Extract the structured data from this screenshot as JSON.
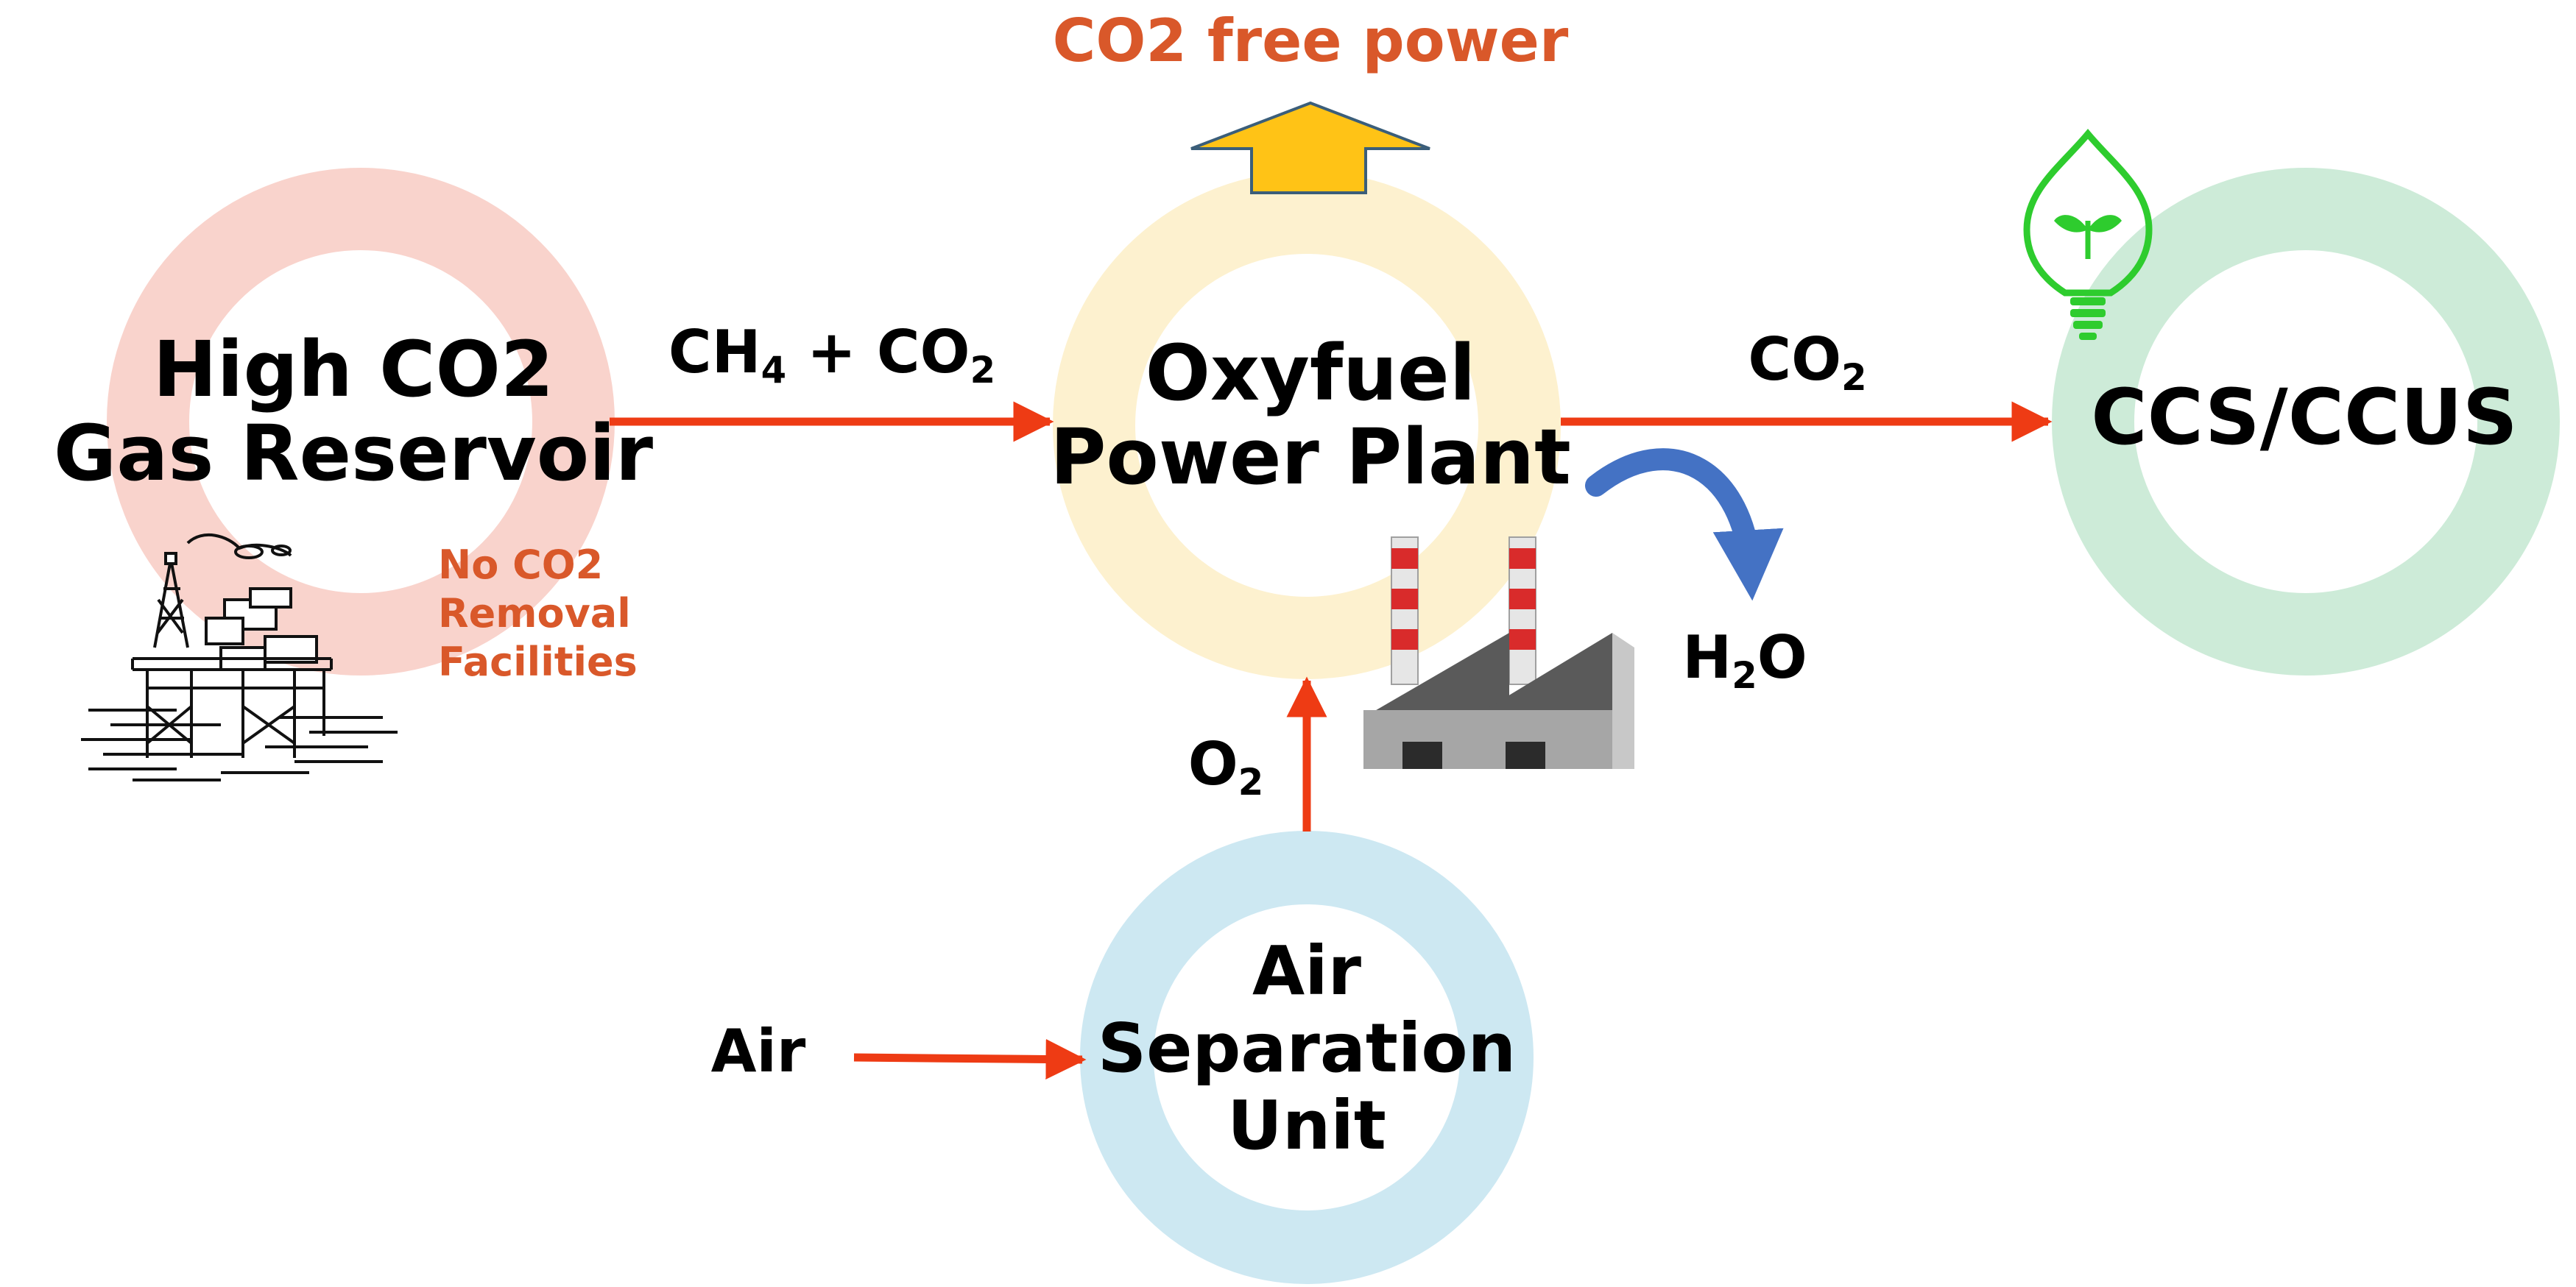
{
  "colors": {
    "arrow": "#EE3B14",
    "accent_text": "#D9582A",
    "reservoir_ring": "#F9D3CC",
    "plant_ring": "#FDF1CF",
    "ccs_ring": "#CDEBD8",
    "asu_ring": "#CDE8F2",
    "power_arrow": "#FFC316",
    "water_arrow": "#4472C4",
    "bulb": "#2ECC2E"
  },
  "header": {
    "power_output": "CO2 free power"
  },
  "nodes": {
    "reservoir": {
      "line1": "High CO2",
      "line2": "Gas Reservoir",
      "icon": "offshore-platform-icon"
    },
    "plant": {
      "line1": "Oxyfuel",
      "line2": "Power Plant",
      "icon": "factory-icon"
    },
    "ccs": {
      "label": "CCS/CCUS",
      "icon": "eco-bulb-icon"
    },
    "asu": {
      "line1": "Air",
      "line2": "Separation",
      "line3": "Unit"
    }
  },
  "notes": {
    "no_removal": {
      "line1": "No CO2",
      "line2": "Removal",
      "line3": "Facilities"
    }
  },
  "flows": {
    "feed": {
      "a": "CH",
      "a_sub": "4",
      "plus": " + ",
      "b": "CO",
      "b_sub": "2"
    },
    "co2": {
      "main": "CO",
      "sub": "2"
    },
    "oxygen": {
      "main": "O",
      "sub": "2"
    },
    "water": {
      "main": "H",
      "sub": "2",
      "tail": "O"
    },
    "air": "Air"
  }
}
